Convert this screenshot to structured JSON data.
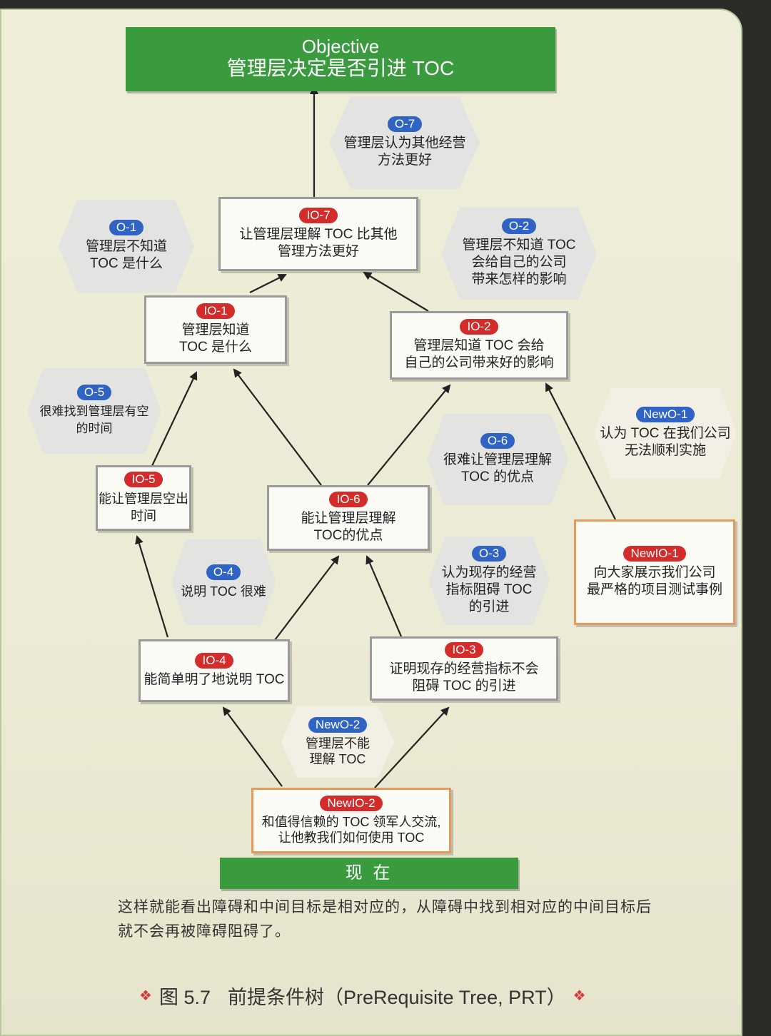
{
  "objective": {
    "title": "Objective",
    "subtitle": "管理层决定是否引进 TOC"
  },
  "now": {
    "label": "现 在"
  },
  "nodes": {
    "o7": {
      "id": "O-7",
      "text": "管理层认为其他经营\n方法更好"
    },
    "io7": {
      "id": "IO-7",
      "text": "让管理层理解 TOC 比其他\n管理方法更好"
    },
    "o1": {
      "id": "O-1",
      "text": "管理层不知道\nTOC 是什么"
    },
    "o2": {
      "id": "O-2",
      "text": "管理层不知道 TOC\n会给自己的公司\n带来怎样的影响"
    },
    "io1": {
      "id": "IO-1",
      "text": "管理层知道\nTOC 是什么"
    },
    "io2": {
      "id": "IO-2",
      "text": "管理层知道 TOC 会给\n自己的公司带来好的影响"
    },
    "o5": {
      "id": "O-5",
      "text": "很难找到管理层有空\n的时间"
    },
    "newo1": {
      "id": "NewO-1",
      "text": "认为 TOC 在我们公司\n无法顺利实施"
    },
    "o6": {
      "id": "O-6",
      "text": "很难让管理层理解\nTOC 的优点"
    },
    "io5": {
      "id": "IO-5",
      "text": "能让管理层空出\n时间"
    },
    "io6": {
      "id": "IO-6",
      "text": "能让管理层理解\nTOC的优点"
    },
    "newio1": {
      "id": "NewIO-1",
      "text": "向大家展示我们公司\n最严格的项目测试事例"
    },
    "o4": {
      "id": "O-4",
      "text": "说明 TOC 很难"
    },
    "o3": {
      "id": "O-3",
      "text": "认为现存的经营\n指标阻碍 TOC\n的引进"
    },
    "io4": {
      "id": "IO-4",
      "text": "能简单明了地说明 TOC"
    },
    "io3": {
      "id": "IO-3",
      "text": "证明现存的经营指标不会\n阻碍 TOC 的引进"
    },
    "newo2": {
      "id": "NewO-2",
      "text": "管理层不能\n理解 TOC"
    },
    "newio2": {
      "id": "NewIO-2",
      "text": "和值得信赖的 TOC 领军人交流,\n让他教我们如何使用 TOC"
    }
  },
  "caption": {
    "text": "这样就能看出障碍和中间目标是相对应的，从障碍中找到相对应的中间目标后就不会再被障碍阻碍了。",
    "figure_number": "图 5.7",
    "figure_title": "前提条件树（PreRequisite Tree, PRT）"
  },
  "colors": {
    "green_banner": "#3a9a3e",
    "badge_red": "#d42c2a",
    "badge_blue": "#2f63c4",
    "orange_border": "#e39a5a",
    "grey_border": "#9a9a9a"
  }
}
